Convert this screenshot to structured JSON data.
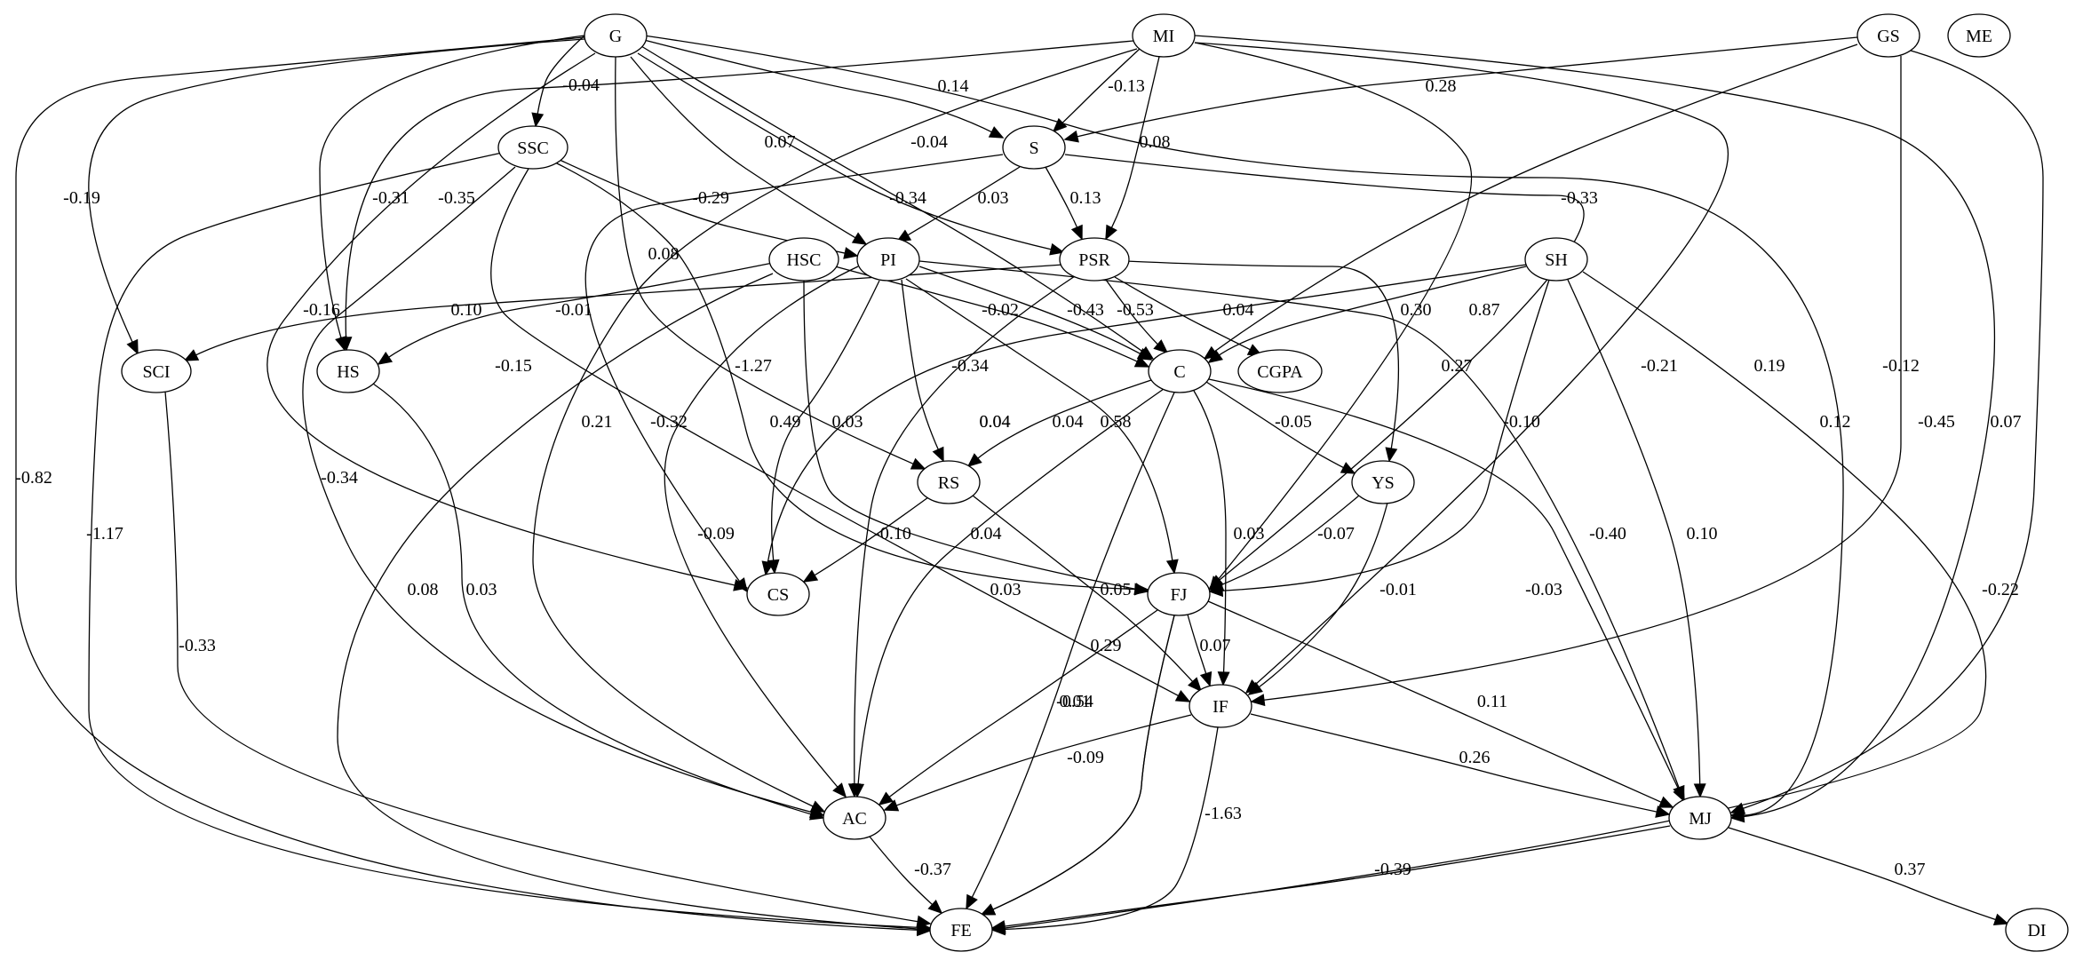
{
  "nodes": [
    {
      "id": "G",
      "label": "G"
    },
    {
      "id": "MI",
      "label": "MI"
    },
    {
      "id": "GS",
      "label": "GS"
    },
    {
      "id": "ME",
      "label": "ME"
    },
    {
      "id": "SSC",
      "label": "SSC"
    },
    {
      "id": "S",
      "label": "S"
    },
    {
      "id": "HSC",
      "label": "HSC"
    },
    {
      "id": "PI",
      "label": "PI"
    },
    {
      "id": "PSR",
      "label": "PSR"
    },
    {
      "id": "SH",
      "label": "SH"
    },
    {
      "id": "SCI",
      "label": "SCI"
    },
    {
      "id": "HS",
      "label": "HS"
    },
    {
      "id": "C",
      "label": "C"
    },
    {
      "id": "CGPA",
      "label": "CGPA"
    },
    {
      "id": "RS",
      "label": "RS"
    },
    {
      "id": "YS",
      "label": "YS"
    },
    {
      "id": "CS",
      "label": "CS"
    },
    {
      "id": "FJ",
      "label": "FJ"
    },
    {
      "id": "IF",
      "label": "IF"
    },
    {
      "id": "AC",
      "label": "AC"
    },
    {
      "id": "MJ",
      "label": "MJ"
    },
    {
      "id": "FE",
      "label": "FE"
    },
    {
      "id": "DI",
      "label": "DI"
    }
  ],
  "edges": [
    {
      "from": "G",
      "to": "SSC",
      "label": "-0.04"
    },
    {
      "from": "G",
      "to": "S",
      "label": "0.14"
    },
    {
      "from": "G",
      "to": "PI",
      "label": "0.07"
    },
    {
      "from": "G",
      "to": "PSR",
      "label": "-0.04"
    },
    {
      "from": "G",
      "to": "C",
      "label": "-0.34"
    },
    {
      "from": "G",
      "to": "SCI",
      "label": "-0.19"
    },
    {
      "from": "G",
      "to": "HS",
      "label": "-0.31"
    },
    {
      "from": "G",
      "to": "RS",
      "label": "0.08"
    },
    {
      "from": "G",
      "to": "CS",
      "label": "-0.16"
    },
    {
      "from": "G",
      "to": "FE",
      "label": "-0.82"
    },
    {
      "from": "G",
      "to": "MJ",
      "label": "0.12"
    },
    {
      "from": "MI",
      "to": "S",
      "label": "-0.13"
    },
    {
      "from": "MI",
      "to": "PSR",
      "label": "0.08"
    },
    {
      "from": "MI",
      "to": "HS",
      "label": "-0.35"
    },
    {
      "from": "MI",
      "to": "AC",
      "label": "0.21"
    },
    {
      "from": "MI",
      "to": "FJ",
      "label": "0.87"
    },
    {
      "from": "MI",
      "to": "IF",
      "label": "0.19"
    },
    {
      "from": "MI",
      "to": "MJ",
      "label": "-0.45"
    },
    {
      "from": "GS",
      "to": "S",
      "label": "0.28"
    },
    {
      "from": "GS",
      "to": "C",
      "label": "-0.33"
    },
    {
      "from": "GS",
      "to": "IF",
      "label": "-0.12"
    },
    {
      "from": "GS",
      "to": "MJ",
      "label": "0.07"
    },
    {
      "from": "SSC",
      "to": "PI",
      "label": "-0.29"
    },
    {
      "from": "SSC",
      "to": "FJ",
      "label": "-1.27"
    },
    {
      "from": "SSC",
      "to": "IF",
      "label": "-0.32"
    },
    {
      "from": "SSC",
      "to": "AC",
      "label": "-0.34"
    },
    {
      "from": "SSC",
      "to": "FE",
      "label": "-1.17"
    },
    {
      "from": "S",
      "to": "PI",
      "label": "0.03"
    },
    {
      "from": "S",
      "to": "PSR",
      "label": "0.13"
    },
    {
      "from": "S",
      "to": "CS",
      "label": "-0.15"
    },
    {
      "from": "S",
      "to": "FJ",
      "label": "-0.21"
    },
    {
      "from": "HSC",
      "to": "HS",
      "label": "-0.01"
    },
    {
      "from": "HSC",
      "to": "C",
      "label": "-0.02"
    },
    {
      "from": "HSC",
      "to": "FJ",
      "label": "0.03"
    },
    {
      "from": "HSC",
      "to": "FE",
      "label": "0.08"
    },
    {
      "from": "PI",
      "to": "C",
      "label": "-0.43"
    },
    {
      "from": "PI",
      "to": "RS",
      "label": "-0.34"
    },
    {
      "from": "PI",
      "to": "CS",
      "label": "0.49"
    },
    {
      "from": "PI",
      "to": "FJ",
      "label": "0.58"
    },
    {
      "from": "PI",
      "to": "AC",
      "label": "-0.09"
    },
    {
      "from": "PI",
      "to": "MJ",
      "label": "-0.10"
    },
    {
      "from": "PSR",
      "to": "C",
      "label": "-0.53"
    },
    {
      "from": "PSR",
      "to": "CGPA",
      "label": "0.04"
    },
    {
      "from": "PSR",
      "to": "YS",
      "label": "0.27"
    },
    {
      "from": "PSR",
      "to": "SCI",
      "label": "0.10"
    },
    {
      "from": "PSR",
      "to": "AC",
      "label": "0.04"
    },
    {
      "from": "SH",
      "to": "C",
      "label": "0.30"
    },
    {
      "from": "SH",
      "to": "CS",
      "label": "0.04"
    },
    {
      "from": "SH",
      "to": "FJ",
      "label": "-0.40"
    },
    {
      "from": "SH",
      "to": "MJ",
      "label": "0.10"
    },
    {
      "from": "SH",
      "to": "FE",
      "label": "-0.22"
    },
    {
      "from": "SCI",
      "to": "FE",
      "label": "-0.33"
    },
    {
      "from": "HS",
      "to": "AC",
      "label": "0.03"
    },
    {
      "from": "C",
      "to": "RS",
      "label": "0.04"
    },
    {
      "from": "C",
      "to": "YS",
      "label": "-0.05"
    },
    {
      "from": "C",
      "to": "IF",
      "label": "0.03"
    },
    {
      "from": "C",
      "to": "MJ",
      "label": "-0.03"
    },
    {
      "from": "C",
      "to": "AC",
      "label": "0.03"
    },
    {
      "from": "C",
      "to": "FE",
      "label": "0.05"
    },
    {
      "from": "RS",
      "to": "CS",
      "label": "-0.10"
    },
    {
      "from": "RS",
      "to": "IF",
      "label": "0.04"
    },
    {
      "from": "YS",
      "to": "FJ",
      "label": "-0.07"
    },
    {
      "from": "YS",
      "to": "IF",
      "label": "-0.01"
    },
    {
      "from": "FJ",
      "to": "IF",
      "label": "0.07"
    },
    {
      "from": "FJ",
      "to": "AC",
      "label": "0.29"
    },
    {
      "from": "FJ",
      "to": "MJ",
      "label": "0.11"
    },
    {
      "from": "FJ",
      "to": "FE",
      "label": "-0.54"
    },
    {
      "from": "IF",
      "to": "AC",
      "label": "-0.09"
    },
    {
      "from": "IF",
      "to": "MJ",
      "label": "0.26"
    },
    {
      "from": "IF",
      "to": "FE",
      "label": "-1.63"
    },
    {
      "from": "AC",
      "to": "FE",
      "label": "-0.37"
    },
    {
      "from": "MJ",
      "to": "FE",
      "label": "-0.39"
    },
    {
      "from": "MJ",
      "to": "DI",
      "label": "0.37"
    },
    {
      "from": "FJ",
      "to": "FE",
      "label": "0.01"
    }
  ]
}
